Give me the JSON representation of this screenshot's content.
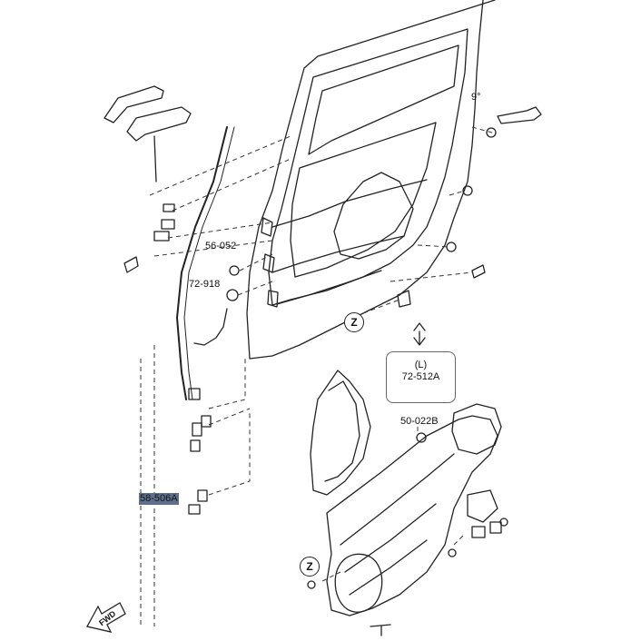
{
  "callouts": {
    "c56052": "56-052",
    "c72918": "72-918",
    "c58506A": "58-506A",
    "c50022B": "50-022B",
    "c72512A": "72-512A",
    "side": "(L)",
    "angle": "9°"
  },
  "markers": {
    "zone": "Z"
  },
  "direction": {
    "fwd": "FWD"
  },
  "colors": {
    "line": "#222222",
    "dash": "#333333",
    "highlight": "#5e6f89"
  }
}
